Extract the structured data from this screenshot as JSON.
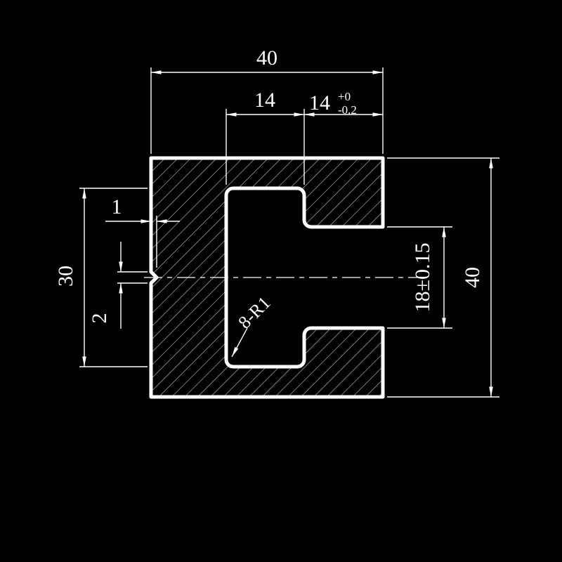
{
  "drawing": {
    "background": "#000000",
    "stroke_color": "#ffffff",
    "hatch_color": "#c9c9c9",
    "dims": {
      "overall_width": "40",
      "slot_width": "14",
      "groove_depth_nominal": "14",
      "groove_depth_tol_upper": "+0",
      "groove_depth_tol_lower": "-0.2",
      "slot_height": "30",
      "notch_depth": "1",
      "notch_width": "2",
      "fillet_note": "8-R1",
      "opening_height": "18±0.15",
      "overall_height": "40"
    }
  }
}
